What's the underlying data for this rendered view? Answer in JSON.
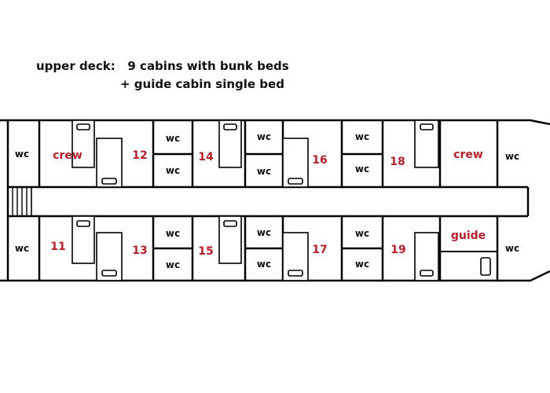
{
  "caption": {
    "line1": "upper deck:   9 cabins with bunk beds",
    "line2": "+ guide cabin single bed"
  },
  "labels": {
    "wc": "wc",
    "crew": "crew",
    "guide": "guide",
    "cabin_11": "11",
    "cabin_12": "12",
    "cabin_13": "13",
    "cabin_14": "14",
    "cabin_15": "15",
    "cabin_16": "16",
    "cabin_17": "17",
    "cabin_18": "18",
    "cabin_19": "19"
  }
}
